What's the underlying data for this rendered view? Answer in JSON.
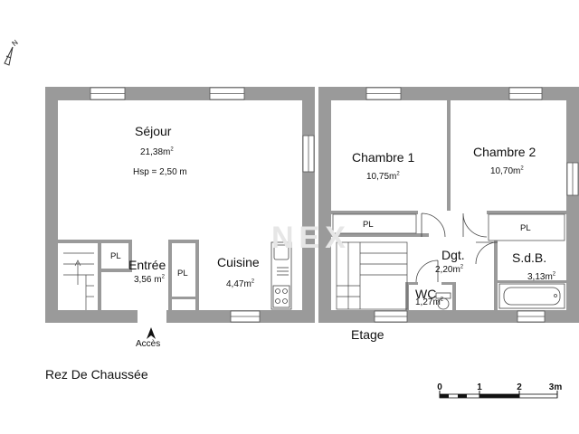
{
  "compass_label": "N",
  "watermark": "NEX",
  "ground_floor": {
    "caption": "Rez De Chaussée",
    "entrance_label": "Accès",
    "rooms": {
      "sejour": {
        "name": "Séjour",
        "area": "21,38m",
        "note": "Hsp = 2,50 m"
      },
      "entree": {
        "name": "Entrée",
        "area": "3,56 m"
      },
      "cuisine": {
        "name": "Cuisine",
        "area": "4,47m"
      },
      "pl_entree": "PL",
      "pl_cuisine": "PL"
    }
  },
  "upper_floor": {
    "caption": "Etage",
    "rooms": {
      "chambre1": {
        "name": "Chambre 1",
        "area": "10,75m"
      },
      "chambre2": {
        "name": "Chambre 2",
        "area": "10,70m"
      },
      "dgt": {
        "name": "Dgt.",
        "area": "2,20m"
      },
      "sdb": {
        "name": "S.d.B.",
        "area": "3,13m"
      },
      "wc": {
        "name": "WC",
        "area": "1,27m"
      },
      "pl_ch1": "PL",
      "pl_ch2": "PL"
    }
  },
  "area_unit_exponent": "2",
  "scale": {
    "ticks": [
      "0",
      "1",
      "2",
      "3m"
    ]
  }
}
